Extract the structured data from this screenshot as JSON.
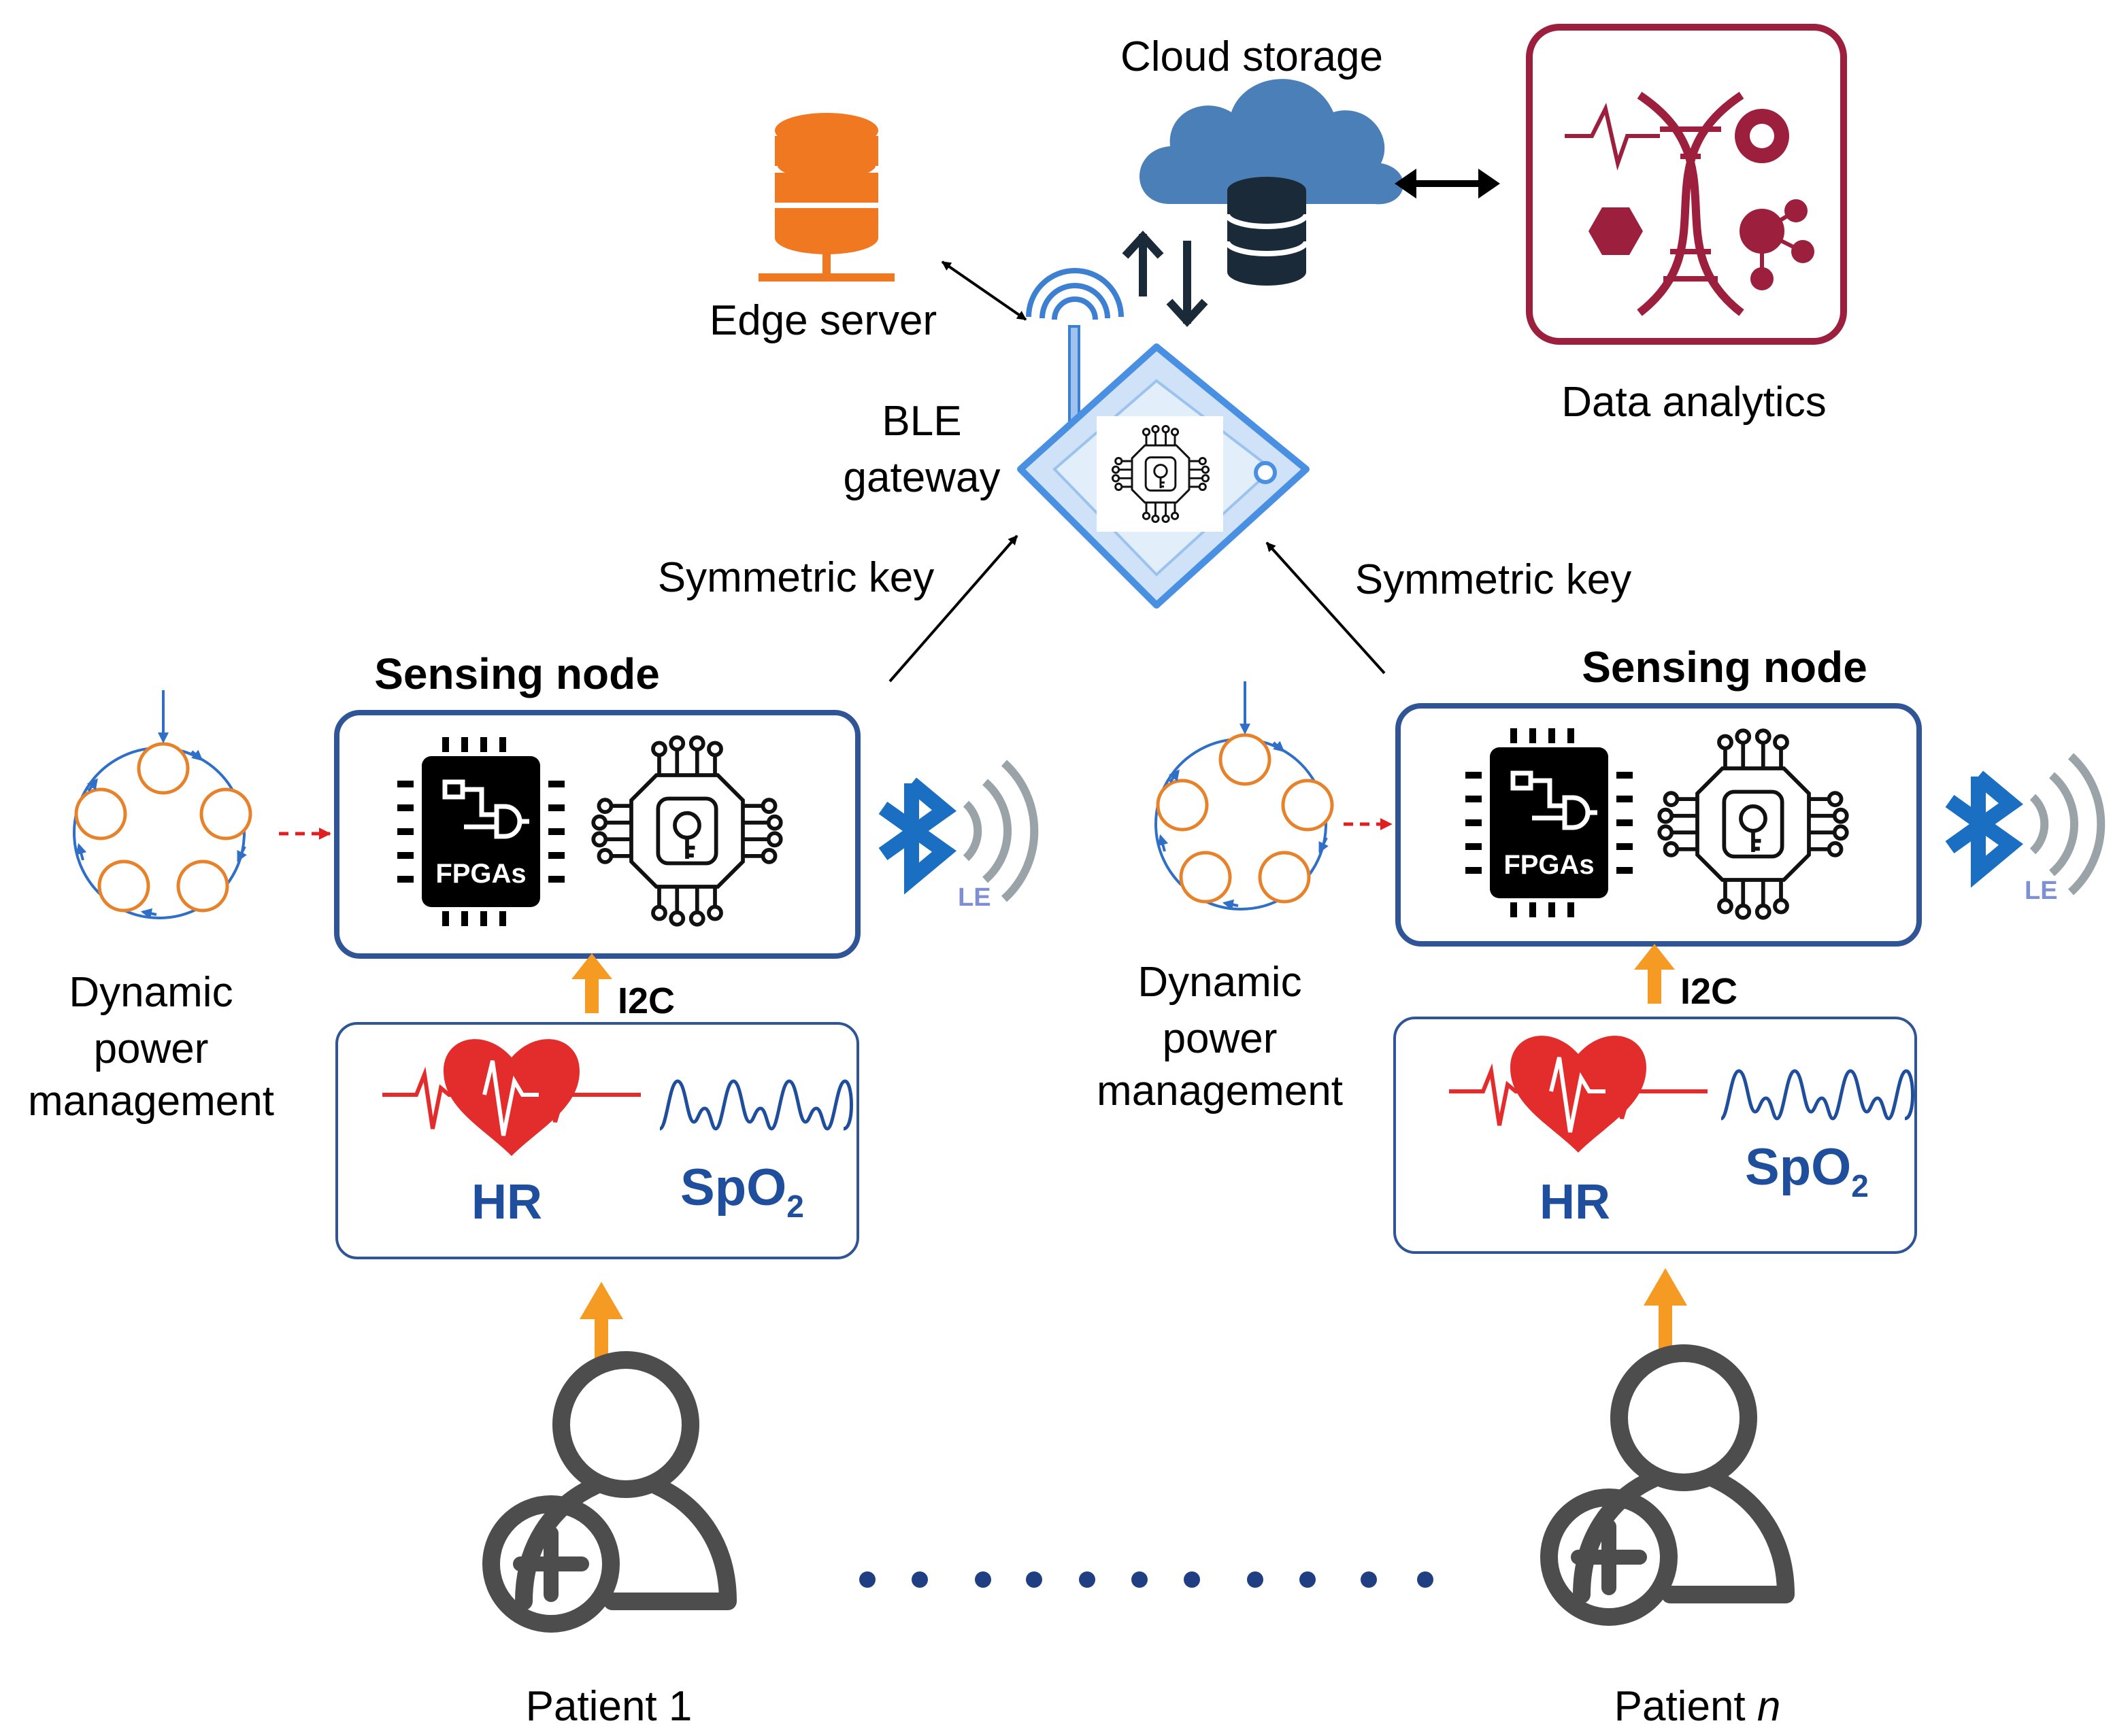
{
  "labels": {
    "cloud_storage": "Cloud storage",
    "edge_server": "Edge server",
    "data_analytics": "Data analytics",
    "gateway_line1": "BLE",
    "gateway_line2": "gateway",
    "symmetric_key": "Symmetric key",
    "sensing_node": "Sensing node",
    "fpga": "FPGAs",
    "i2c": "I2C",
    "hr": "HR",
    "spo2_main": "SpO",
    "spo2_sub": "2",
    "le": "LE",
    "dpm_line1": "Dynamic",
    "dpm_line2": "power",
    "dpm_line3": "management",
    "patient_1": "Patient 1",
    "patient_n_prefix": "Patient ",
    "patient_n_italic": "n"
  },
  "colors": {
    "node_border": "#2f5597",
    "text_blue": "#1f4e9c",
    "arrow_orange": "#f59a23",
    "heart_red": "#e32d2d",
    "cloud_blue": "#4a7fb8",
    "analytics_border": "#9c1f3d",
    "dot_blue": "#1f3f82",
    "bluetooth_blue": "#1a6fc2",
    "server_orange": "#f07820",
    "dpm_circle": "#e8822a",
    "red_dash": "#e02020",
    "person_gray": "#4d4d4d"
  }
}
